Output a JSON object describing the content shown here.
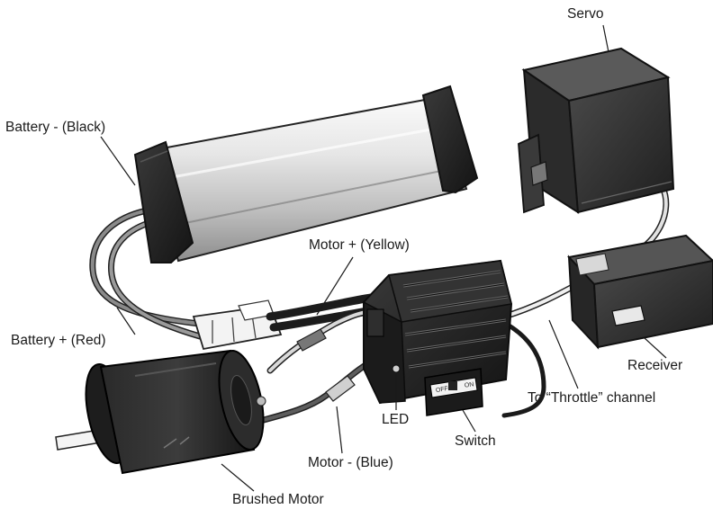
{
  "labels": {
    "servo": "Servo",
    "battery_neg": "Battery -  (Black)",
    "motor_pos": "Motor + (Yellow)",
    "battery_pos": "Battery +  (Red)",
    "receiver": "Receiver",
    "throttle": "To “Throttle” channel",
    "led": "LED",
    "switch": "Switch",
    "motor_neg": "Motor -  (Blue)",
    "brushed_motor": "Brushed Motor"
  },
  "switch_marks": {
    "off": "OFF",
    "on": "ON"
  }
}
